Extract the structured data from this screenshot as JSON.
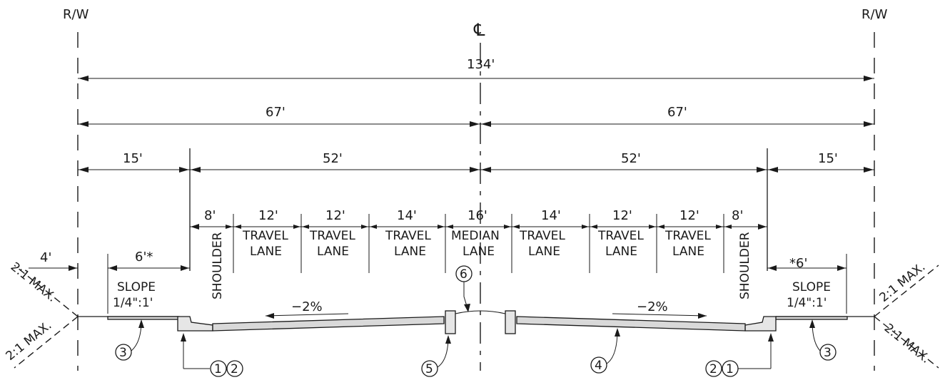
{
  "rw_left": "R/W",
  "rw_right": "R/W",
  "centerline": "℄",
  "dims": {
    "total": "134'",
    "half_left": "67'",
    "half_right": "67'",
    "border_left": "15'",
    "road_left": "52'",
    "road_right": "52'",
    "border_right": "15'",
    "lanes": [
      "8'",
      "12'",
      "12'",
      "14'",
      "16'",
      "14'",
      "12'",
      "12'",
      "8'"
    ],
    "slope_left_width": "4'",
    "sidewalk_left": "6'*",
    "sidewalk_right": "*6'"
  },
  "lane_labels": [
    {
      "line1": "TRAVEL",
      "line2": "LANE"
    },
    {
      "line1": "TRAVEL",
      "line2": "LANE"
    },
    {
      "line1": "TRAVEL",
      "line2": "LANE"
    },
    {
      "line1": "MEDIAN",
      "line2": "LANE"
    },
    {
      "line1": "TRAVEL",
      "line2": "LANE"
    },
    {
      "line1": "TRAVEL",
      "line2": "LANE"
    },
    {
      "line1": "TRAVEL",
      "line2": "LANE"
    }
  ],
  "shoulder_label": "SHOULDER",
  "slope_label": "SLOPE",
  "slope_ratio": "1/4\":1'",
  "cross_slope_left": "−2%",
  "cross_slope_right": "−2%",
  "side_slope": "2:1 MAX.",
  "callouts": {
    "one": "1",
    "two": "2",
    "three": "3",
    "four": "4",
    "five": "5",
    "six": "6"
  }
}
